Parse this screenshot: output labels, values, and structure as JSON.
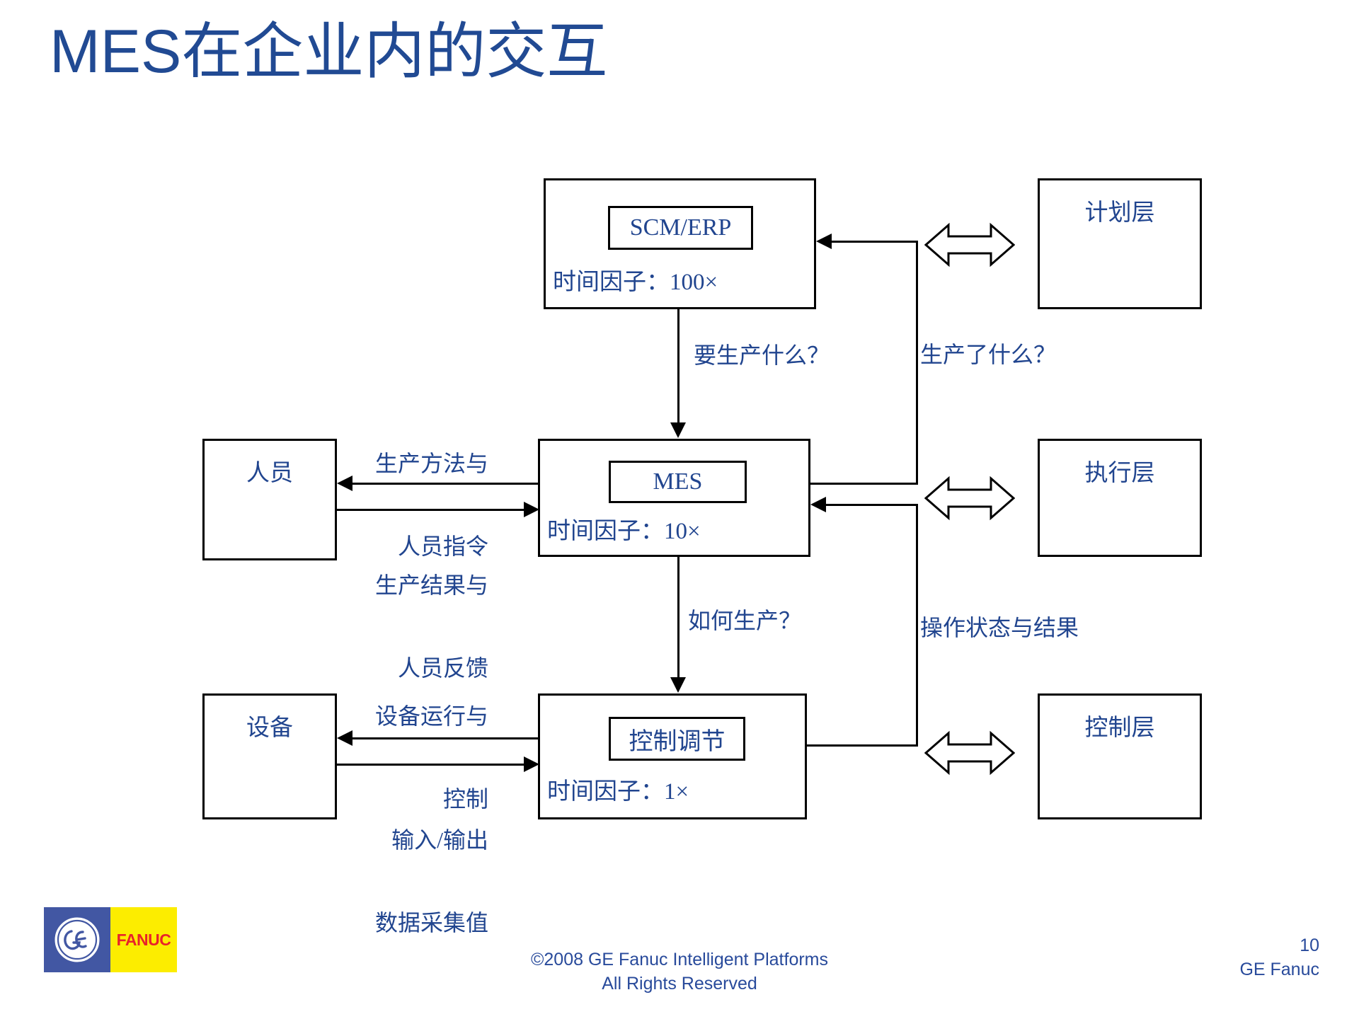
{
  "slide": {
    "title": "MES在企业内的交互",
    "title_color": "#214a93",
    "accent_color": "#21458f",
    "line_color": "#000000"
  },
  "center_boxes": [
    {
      "id": "scm-erp",
      "label": "SCM/ERP",
      "time_factor": "时间因子：100×"
    },
    {
      "id": "mes",
      "label": "MES",
      "time_factor": "时间因子：10×"
    },
    {
      "id": "control-adjust",
      "label": "控制调节",
      "time_factor": "时间因子：1×"
    }
  ],
  "layer_boxes": [
    {
      "id": "planning-layer",
      "label": "计划层"
    },
    {
      "id": "execution-layer",
      "label": "执行层"
    },
    {
      "id": "control-layer",
      "label": "控制层"
    }
  ],
  "actor_boxes": [
    {
      "id": "personnel",
      "label": "人员"
    },
    {
      "id": "equipment",
      "label": "设备"
    }
  ],
  "flow_labels": {
    "what_to_produce": "要生产什么？",
    "what_was_produced": "生产了什么？",
    "how_to_produce": "如何生产？",
    "operation_status_result": "操作状态与结果",
    "production_method_line1": "生产方法与",
    "production_method_line2": "人员指令",
    "production_result_line1": "生产结果与",
    "production_result_line2": "人员反馈",
    "equipment_run_line1": "设备运行与",
    "equipment_run_line2": "控制",
    "io_data_line1": "输入/输出",
    "io_data_line2": "数据采集值"
  },
  "logo": {
    "monogram": "GE",
    "brand": "FANUC",
    "blue": "#4257a3",
    "yellow": "#fced00",
    "red": "#e8232a"
  },
  "footer": {
    "copyright_line1": "©2008 GE Fanuc Intelligent Platforms",
    "copyright_line2": "All Rights Reserved",
    "page_number": "10",
    "company": "GE Fanuc"
  }
}
